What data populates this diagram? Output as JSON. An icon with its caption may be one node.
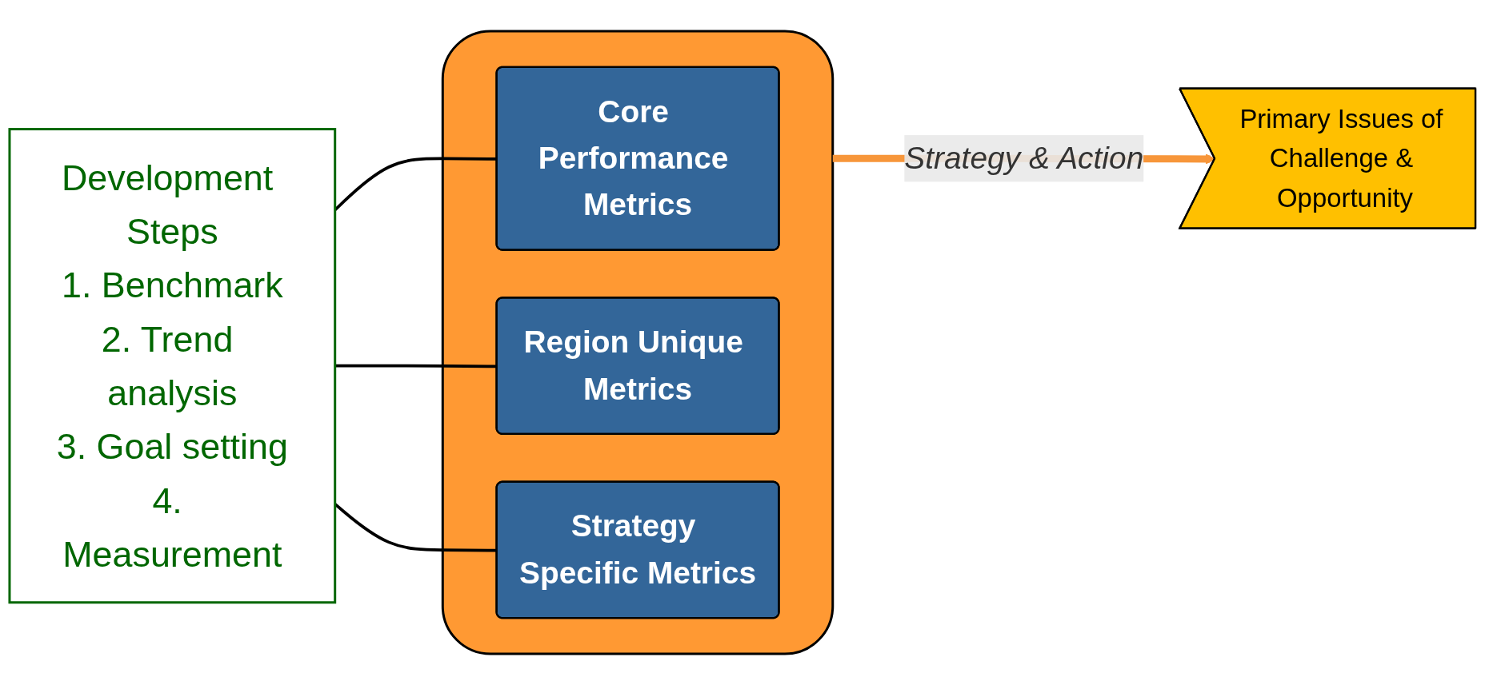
{
  "diagram": {
    "nodes": [
      {
        "text": [
          "Primary Issues of Challenge & Opportunity"
        ]
      },
      {
        "text": [
          "Development Steps",
          "1. Benchmark",
          "2. Trend analysis",
          "3. Goal setting",
          "4. Measurement"
        ]
      },
      {
        "text": [],
        "shape": "box"
      },
      {
        "text": [
          "Core Performance Metrics"
        ],
        "in": 2
      },
      {
        "text": [
          "Region Unique Metrics"
        ],
        "in": 2
      },
      {
        "text": [
          "Strategy Specific Metrics"
        ],
        "in": 2
      }
    ],
    "edges": [
      {
        "from": 1,
        "to": 3,
        "arrow": "none"
      },
      {
        "from": 1,
        "to": 4,
        "arrow": "none"
      },
      {
        "from": 1,
        "to": 5,
        "arrow": "none"
      },
      {
        "from": 2,
        "to": 0,
        "arrow": "to",
        "label": "Strategy & Action",
        "style": "thick",
        "color": "#f7963a"
      }
    ]
  }
}
